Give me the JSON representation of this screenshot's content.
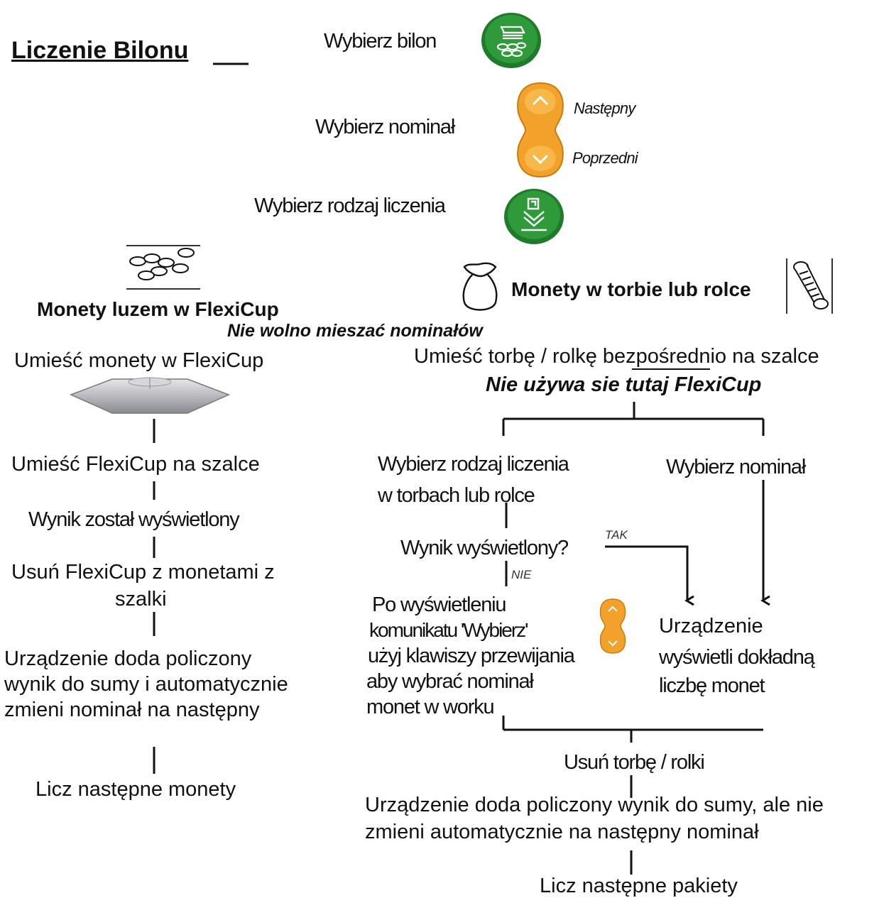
{
  "title": "Liczenie Bilonu",
  "steps": {
    "select_coins": "Wybierz bilon",
    "select_denomination": "Wybierz nominał",
    "next": "Następny",
    "previous": "Poprzedni",
    "select_count_type": "Wybierz rodzaj liczenia"
  },
  "left": {
    "heading_normal": "Monety luzem w ",
    "heading_bold_end": "FlexiCup",
    "step1": "Umieść monety w FlexiCup",
    "step2": "Umieść FlexiCup na szalce",
    "step3": "Wynik został wyświetlony",
    "step4_line1": "Usuń FlexiCup z monetami z",
    "step4_line2": "szalki",
    "step5_line1": "Urządzenie   doda   policzony",
    "step5_line2": "wynik do sumy i automatycznie",
    "step5_line3": "zmieni nominał na następny",
    "step6": "Licz następne monety"
  },
  "center_note": "Nie wolno mieszać nominałów",
  "right": {
    "heading": "Monety w torbie lub rolce",
    "place_line": "Umieść torbę / rolkę bezpośrednio na szalce",
    "no_flexicup": "Nie używa sie tutaj FlexiCup",
    "branch_a_line1": "Wybierz rodzaj liczenia",
    "branch_a_line2": "w torbach lub rolce",
    "branch_b": "Wybierz nominał",
    "result_shown": "Wynik wyświetlony?",
    "yes": "TAK",
    "no": "NIE",
    "after_line1": "Po wyświetleniu",
    "after_line2": "komunikatu 'Wybierz'",
    "after_line3": "użyj klawiszy przewijania",
    "after_line4": "aby wybrać nominał",
    "after_line5": "monet w worku",
    "device_line1": "Urządzenie",
    "device_line2": "wyświetli dokładną",
    "device_line3": "liczbę monet",
    "remove": "Usuń torbę / rolki",
    "final_line1": "Urządzenie doda policzony wynik do sumy, ale nie",
    "final_line2": "zmieni automatycznie na następny nominał",
    "count_next": "Licz następne pakiety"
  },
  "colors": {
    "green_button": "#2f9a3a",
    "orange_button": "#f2a22a",
    "line": "#111111"
  },
  "icons": [
    "coins-stack-icon",
    "scroll-up-down-icon",
    "count-mode-icon",
    "loose-coins-icon",
    "coin-bag-icon",
    "coin-roll-icon",
    "flexicup-icon"
  ]
}
